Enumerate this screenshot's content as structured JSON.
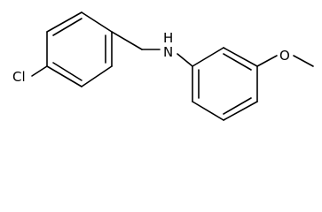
{
  "molecule": {
    "atoms": {
      "chlorine": "Cl",
      "amine": "N",
      "amine_hydrogen": "H",
      "oxygen": "O"
    }
  }
}
